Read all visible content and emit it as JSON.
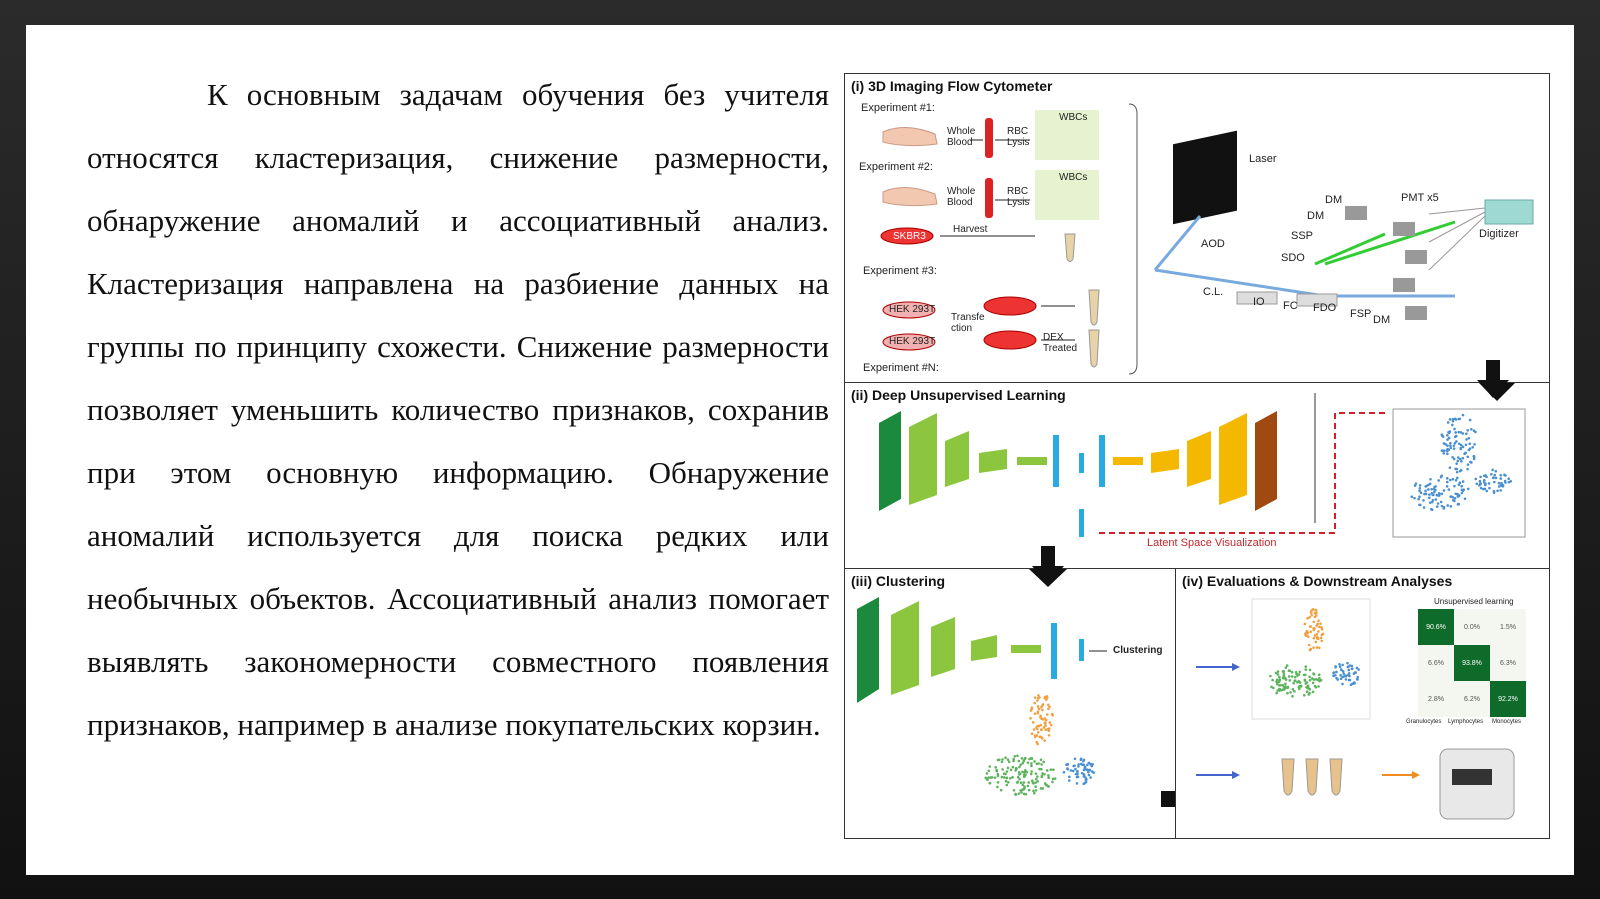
{
  "body_text": "К основным задачам обучения без учителя относятся кластеризация, снижение размерности, обнаружение аномалий и ассоциативный анализ. Кластеризация направлена на разбиение данных на группы по принципу схожести. Снижение размерности позволяет уменьшить количество признаков, сохранив при этом основную информацию. Обнаружение аномалий используется для поиска редких или необычных объектов. Ассоциативный анализ помогает выявлять закономерности совместного появления признаков, например в анализе покупательских корзин.",
  "figure": {
    "panel1": {
      "title": "(i) 3D Imaging Flow Cytometer",
      "experiments": [
        "Experiment #1:",
        "Experiment #2:",
        "Experiment #3:",
        "Experiment #N:"
      ],
      "labels": {
        "whole_blood": "Whole Blood",
        "rbc_lysis": "RBC Lysis",
        "wbcs": "WBCs",
        "harvest": "Harvest",
        "skbr3": "SKBR3",
        "hek293t": "HEK 293T",
        "transfection": "Transfe ction",
        "dex_treated": "DEX Treated",
        "laser": "Laser",
        "aod": "AOD",
        "cl": "C.L.",
        "io": "IO",
        "fc": "FC",
        "fdo": "FDO",
        "fsp": "FSP",
        "dm": "DM",
        "ssp": "SSP",
        "sdo": "SDO",
        "pmt": "PMT x5",
        "digitizer": "Digitizer"
      }
    },
    "panel2": {
      "title": "(ii) Deep Unsupervised Learning",
      "latent_label": "Latent Space Visualization"
    },
    "panel3": {
      "title": "(iii) Clustering",
      "cluster_label": "Clustering"
    },
    "panel4": {
      "title": "(iv) Evaluations & Downstream Analyses",
      "matrix_title": "Unsupervised learning",
      "matrix_rows": [
        "Granulocytes",
        "Lymphocytes",
        "Monocytes"
      ],
      "matrix_values": [
        [
          "90.6%",
          "0.0%",
          "1.5%"
        ],
        [
          "6.6%",
          "93.8%",
          "6.3%"
        ],
        [
          "2.8%",
          "6.2%",
          "92.2%"
        ]
      ]
    }
  },
  "colors": {
    "dark_green": "#1b8a3c",
    "light_green": "#8cc63f",
    "cyan": "#29abe2",
    "yellow": "#f5b800",
    "brown": "#a04a12",
    "red_dash": "#d0202a",
    "scatter_blue": "#4a8fd0",
    "scatter_green": "#5db35d",
    "scatter_orange": "#f0a040",
    "matrix_dark": "#0f6b2a"
  }
}
